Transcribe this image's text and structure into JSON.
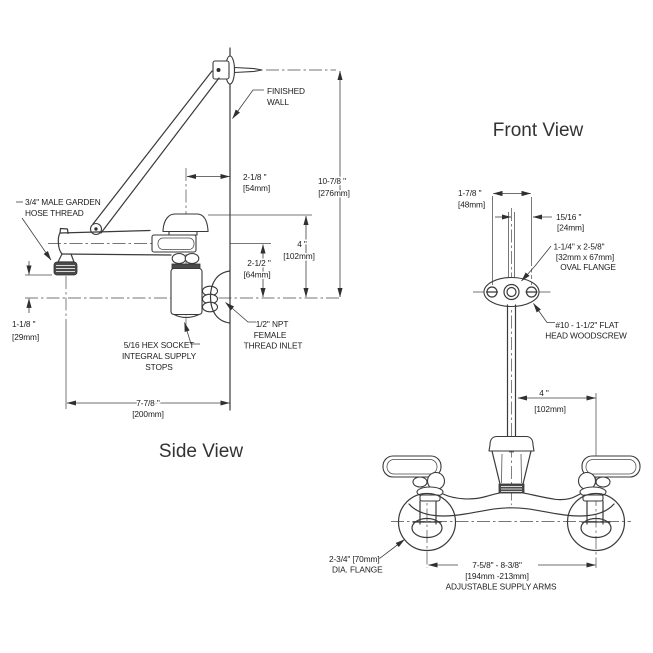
{
  "side": {
    "title": "Side View",
    "garden_hose_1": "3/4\" MALE GARDEN",
    "garden_hose_2": "HOSE THREAD",
    "finished_wall_1": "FINISHED",
    "finished_wall_2": "WALL",
    "dim_offset_in": "2-1/8 \"",
    "dim_offset_mm": "[54mm]",
    "dim_height_in": "10-7/8 \"",
    "dim_height_mm": "[276mm]",
    "dim_top_in": "4 \"",
    "dim_top_mm": "[102mm]",
    "dim_mid_in": "2-1/2 \"",
    "dim_mid_mm": "[64mm]",
    "dim_tip_in": "1-1/8 \"",
    "dim_tip_mm": "[29mm]",
    "dim_reach_in": "7-7/8 \"",
    "dim_reach_mm": "[200mm]",
    "hex_1": "5/16 HEX SOCKET",
    "hex_2": "INTEGRAL SUPPLY",
    "hex_3": "STOPS",
    "npt_1": "1/2\" NPT",
    "npt_2": "FEMALE",
    "npt_3": "THREAD INLET"
  },
  "front": {
    "title": "Front View",
    "dim_screws_in": "1-7/8 \"",
    "dim_screws_mm": "[48mm]",
    "dim_center_in": "15/16 \"",
    "dim_center_mm": "[24mm]",
    "oval_1": "1-1/4\" x 2-5/8\"",
    "oval_2": "[32mm x 67mm]",
    "oval_3": "OVAL FLANGE",
    "screw_1": "#10 - 1-1/2\" FLAT",
    "screw_2": "HEAD WOODSCREW",
    "dim_span_in": "4 \"",
    "dim_span_mm": "[102mm]",
    "flange_1": "2-3/4\" [70mm]",
    "flange_2": "DIA. FLANGE",
    "arms_1": "7-5/8\" - 8-3/8\"",
    "arms_2": "[194mm -213mm]",
    "arms_3": "ADJUSTABLE SUPPLY ARMS"
  },
  "colors": {
    "line": "#3a3a3a",
    "text": "#1c1c1c",
    "background": "#ffffff"
  }
}
